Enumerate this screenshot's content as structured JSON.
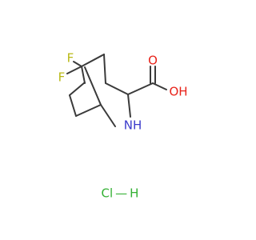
{
  "molecule": {
    "atoms": {
      "f1": {
        "text": "F",
        "color": "#b8b814"
      },
      "f2": {
        "text": "F",
        "color": "#b8b814"
      },
      "o_carbonyl": {
        "text": "O",
        "color": "#e8231a"
      },
      "oh": {
        "text": "OH",
        "color": "#e8231a"
      },
      "nh": {
        "text": "NH",
        "color": "#3a3acb"
      }
    },
    "salt": {
      "text": "Cl — H",
      "color": "#33b033"
    }
  },
  "colors": {
    "bond": "#3a3a3a",
    "background": "#ffffff"
  }
}
